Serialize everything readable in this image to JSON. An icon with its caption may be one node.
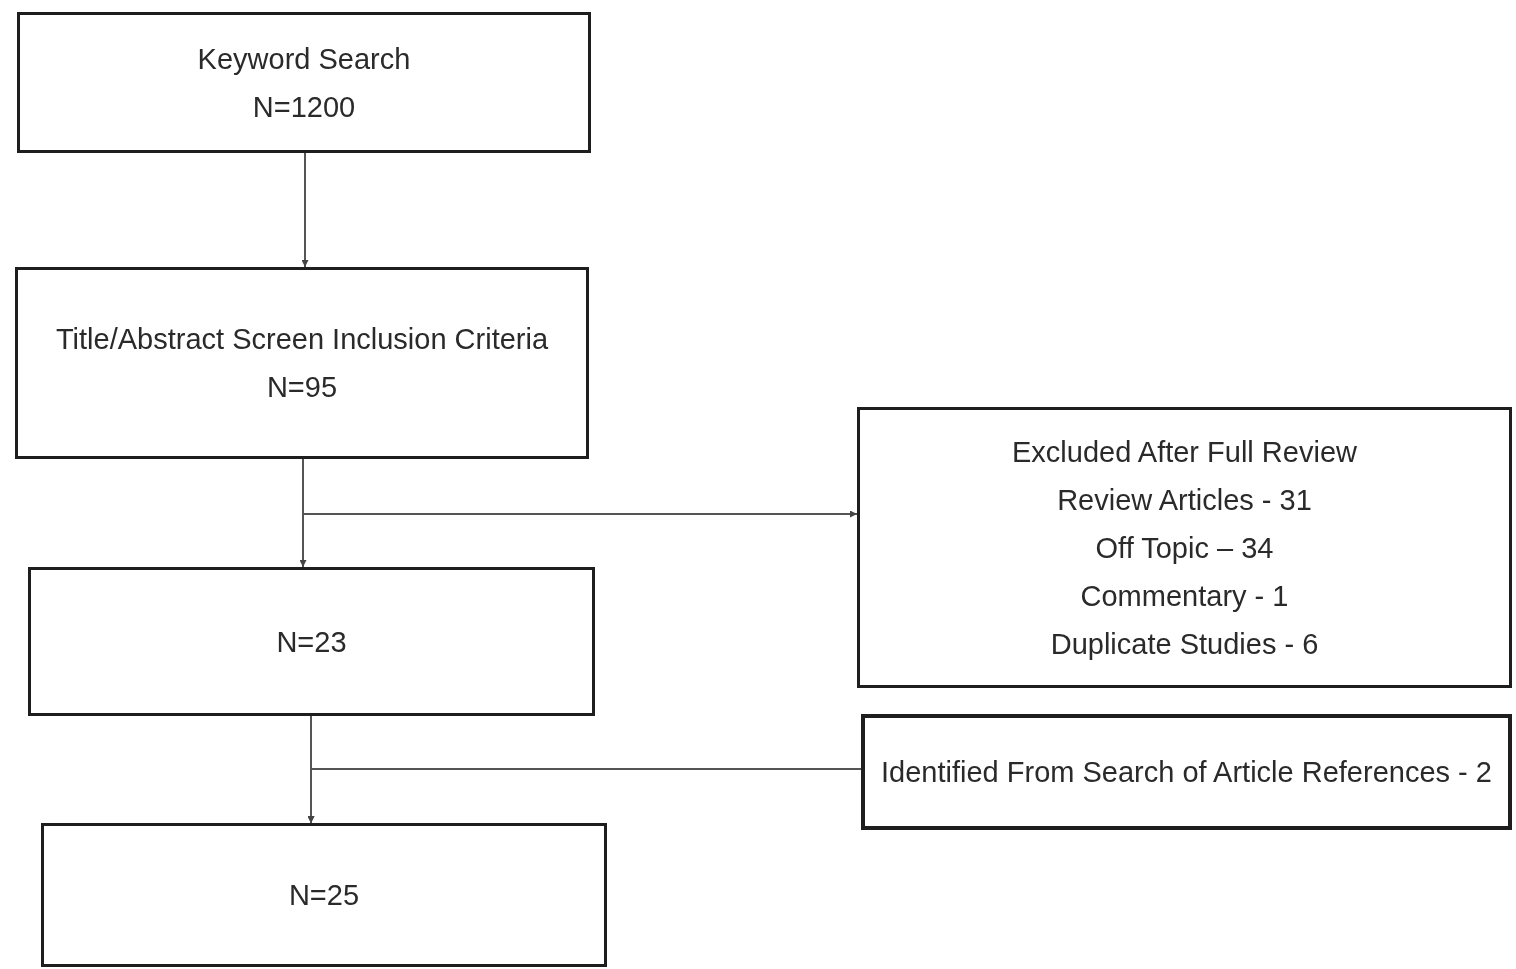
{
  "diagram": {
    "nodes": [
      {
        "text": [
          "Keyword Search",
          "N=1200"
        ]
      },
      {
        "text": [
          "Title/Abstract Screen Inclusion Criteria",
          "N=95"
        ]
      },
      {
        "text": [
          "N=23"
        ]
      },
      {
        "text": [
          "N=25"
        ]
      },
      {
        "text": [
          "Excluded After Full Review",
          "Review Articles - 31",
          "Off Topic – 34",
          "Commentary - 1",
          "Duplicate Studies - 6"
        ]
      },
      {
        "text": [
          "Identified From Search of Article References - 2"
        ]
      }
    ],
    "edges": [
      {
        "from": 0,
        "to": 1,
        "arrow": "to"
      },
      {
        "from": 1,
        "to": 2,
        "arrow": "to"
      },
      {
        "from": 1,
        "to": 4,
        "arrow": "to"
      },
      {
        "from": 2,
        "to": 3,
        "arrow": "to"
      },
      {
        "from": 5,
        "to": 3,
        "arrow": "to"
      }
    ]
  }
}
